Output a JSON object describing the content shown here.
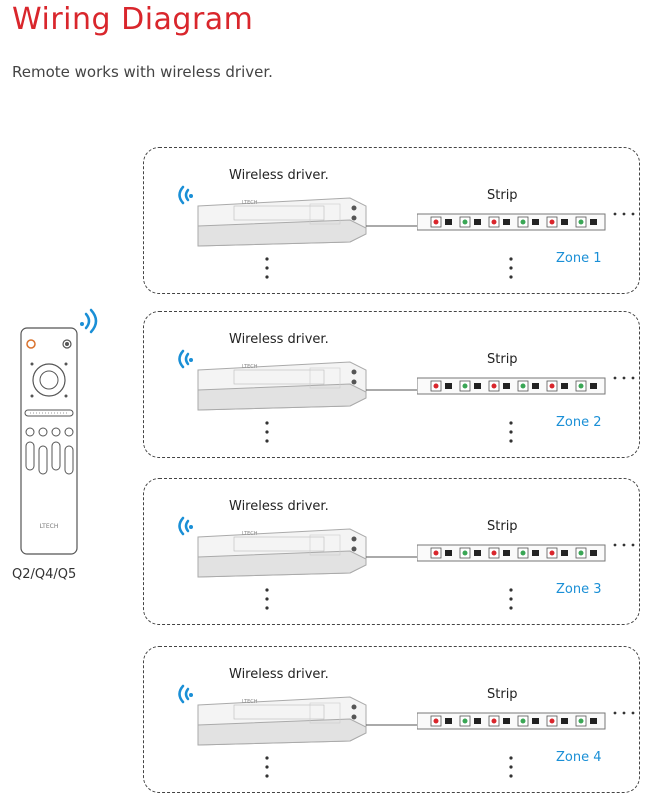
{
  "header": {
    "title": "Wiring Diagram",
    "subtitle": "Remote works with wireless driver."
  },
  "remote": {
    "label": "Q2/Q4/Q5",
    "brand": "LTECH",
    "icon": "remote-control-icon"
  },
  "zones": [
    {
      "driver_label": "Wireless driver.",
      "strip_label": "Strip",
      "zone_label": "Zone 1"
    },
    {
      "driver_label": "Wireless driver.",
      "strip_label": "Strip",
      "zone_label": "Zone 2"
    },
    {
      "driver_label": "Wireless driver.",
      "strip_label": "Strip",
      "zone_label": "Zone 3"
    },
    {
      "driver_label": "Wireless driver.",
      "strip_label": "Strip",
      "zone_label": "Zone 4"
    }
  ],
  "colors": {
    "title": "#d9262c",
    "zone_label": "#1a8fd6",
    "wifi_signal": "#1a8fd6"
  }
}
